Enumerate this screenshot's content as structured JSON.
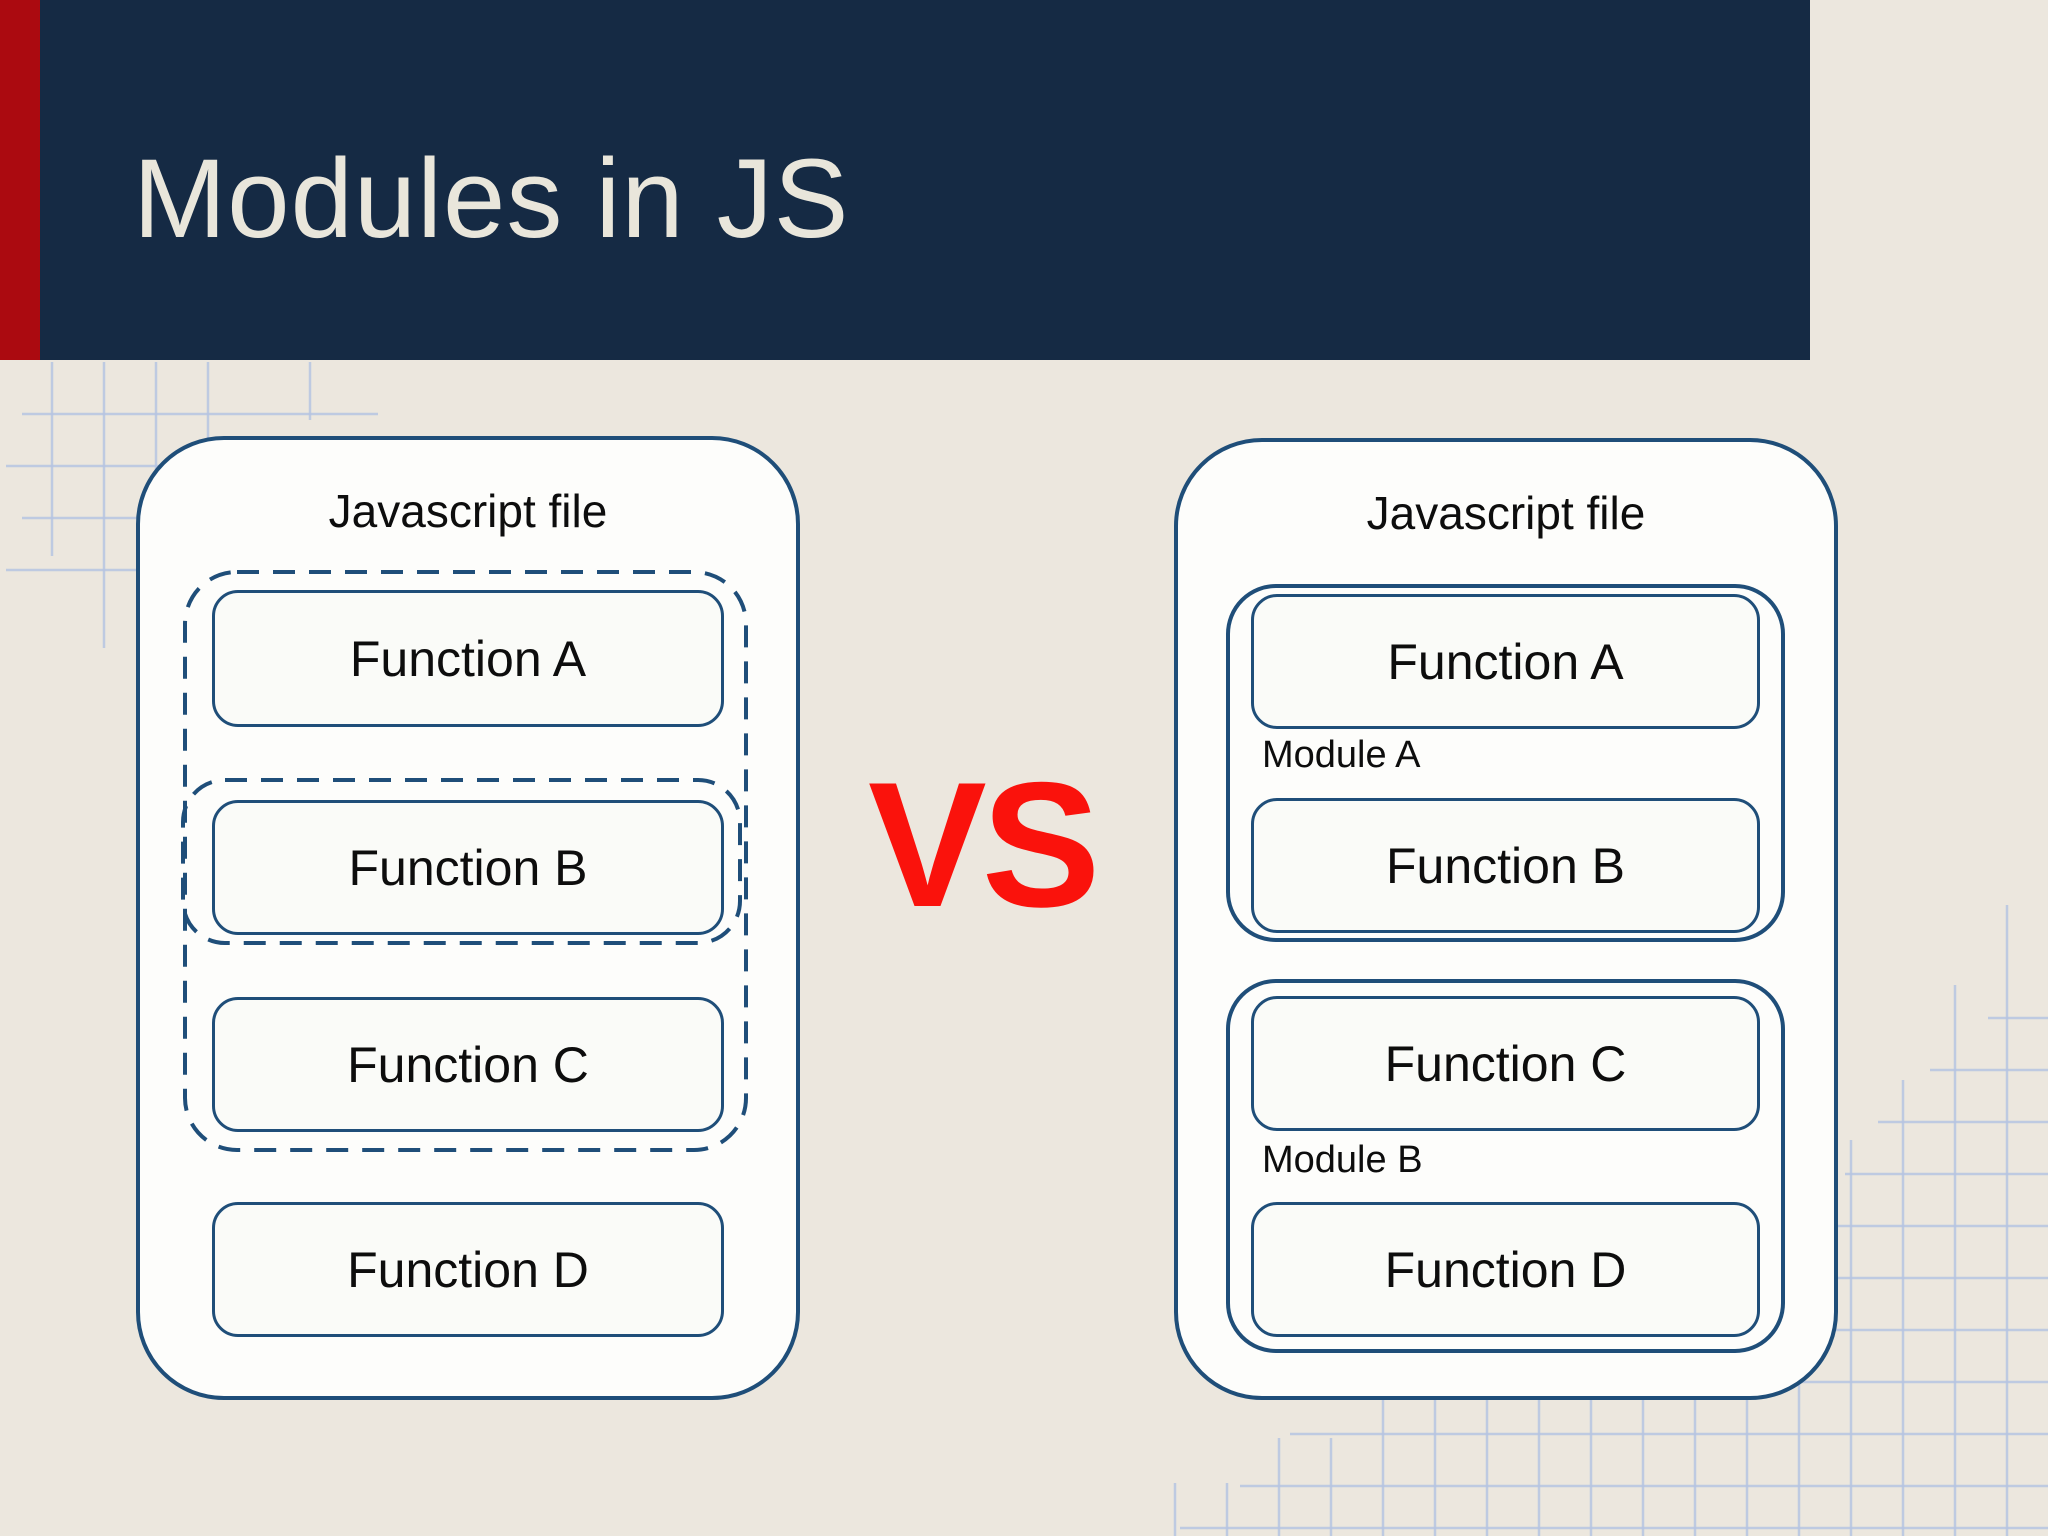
{
  "title": "Modules in JS",
  "vs_label": "VS",
  "left_file": {
    "label": "Javascript file",
    "scope_functions": [
      "Function A",
      "Function B",
      "Function C"
    ],
    "standalone_function": "Function D"
  },
  "right_file": {
    "label": "Javascript file",
    "modules": [
      {
        "name": "Module A",
        "functions": [
          "Function A",
          "Function B"
        ]
      },
      {
        "name": "Module B",
        "functions": [
          "Function C",
          "Function D"
        ]
      }
    ]
  },
  "colors": {
    "background": "#ece7de",
    "banner": "#152a44",
    "accent_stripe": "#ab0a10",
    "title_text": "#e9e6db",
    "outline_blue": "#1f4e79",
    "vs_red": "#fa120c",
    "box_fill": "#fafbf8",
    "grid_lines": "#b6c5e2"
  }
}
